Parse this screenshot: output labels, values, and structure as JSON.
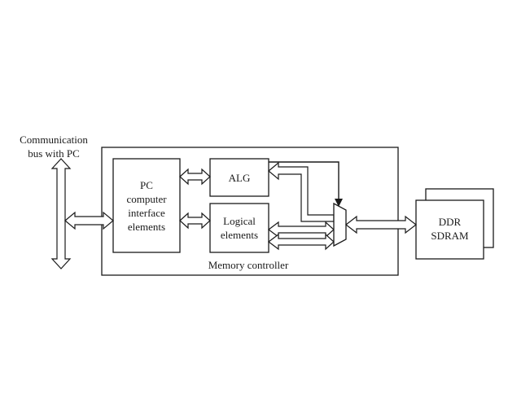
{
  "diagram": {
    "bus_label_line1": "Communication",
    "bus_label_line2": "bus with PC",
    "pc_block_line1": "PC",
    "pc_block_line2": "computer",
    "pc_block_line3": "interface",
    "pc_block_line4": "elements",
    "alg_block": "ALG",
    "logic_block_line1": "Logical",
    "logic_block_line2": "elements",
    "controller_label": "Memory controller",
    "ddr_line1": "DDR",
    "ddr_line2": "SDRAM"
  }
}
